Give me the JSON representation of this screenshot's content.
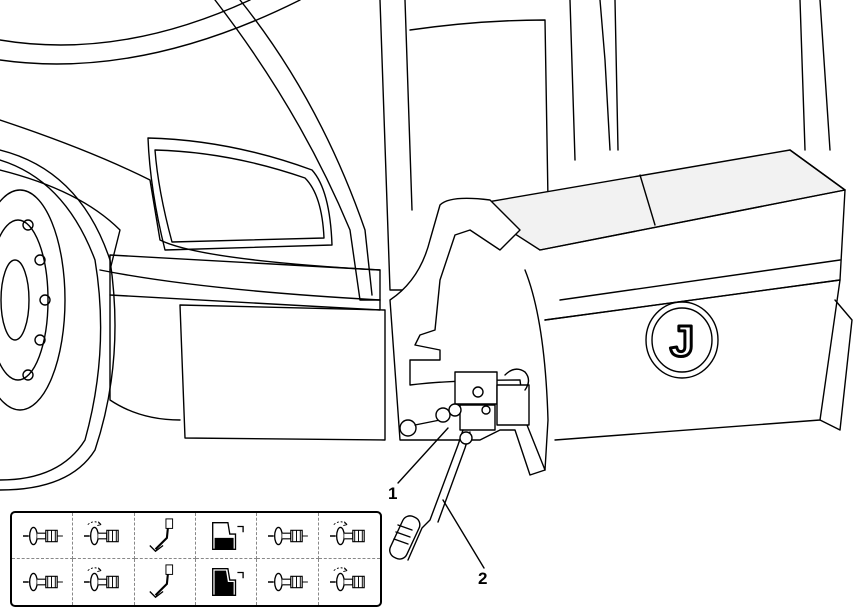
{
  "callouts": [
    {
      "id": "1",
      "label": "1"
    },
    {
      "id": "2",
      "label": "2"
    }
  ],
  "logo": {
    "letter": "J"
  },
  "legend": {
    "rows": [
      [
        "valve-knob-icon",
        "valve-knob-rotate-icon",
        "lever-arm-icon",
        "container-up-icon",
        "valve-knob-icon",
        "valve-knob-rotate-icon"
      ],
      [
        "valve-knob-icon",
        "valve-knob-rotate-icon",
        "lever-arm-icon",
        "container-down-icon",
        "valve-knob-icon",
        "valve-knob-rotate-icon"
      ]
    ]
  },
  "colors": {
    "line": "#000000",
    "background": "#ffffff",
    "shade": "#d9d9d9"
  }
}
